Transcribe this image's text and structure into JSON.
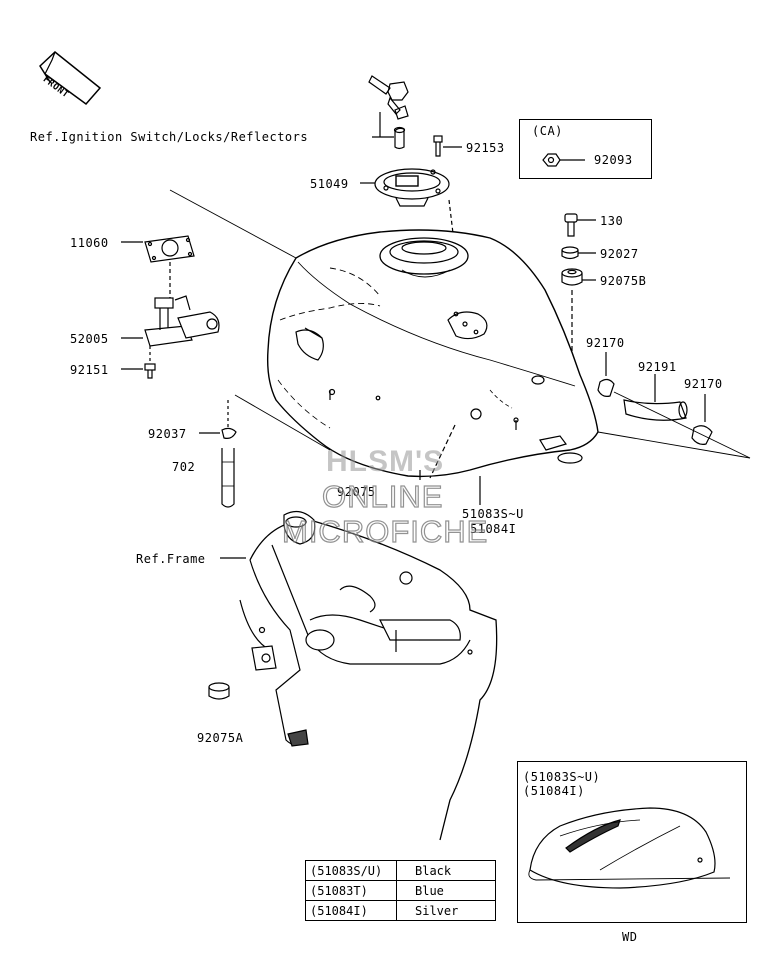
{
  "front_tag": "FRONT",
  "ref_labels": {
    "ignition": "Ref.Ignition Switch/Locks/Reflectors",
    "frame": "Ref.Frame"
  },
  "parts": {
    "p92153": "92153",
    "p51049": "51049",
    "p130": "130",
    "p92027": "92027",
    "p92075B": "92075B",
    "p11060": "11060",
    "p52005": "52005",
    "p92151": "92151",
    "p92170a": "92170",
    "p92191": "92191",
    "p92170b": "92170",
    "p92037": "92037",
    "p702": "702",
    "p92075": "92075",
    "p51083": "51083S~U",
    "p51084": "51084I",
    "p92075A": "92075A"
  },
  "ca_box": {
    "title": "(CA)",
    "part": "92093"
  },
  "watermark": {
    "line1": "HLSM'S",
    "line2": "ONLINE",
    "line3": "MICROFICHE"
  },
  "inset": {
    "line1": "(51083S~U)",
    "line2": "(51084I)",
    "caption": "WD"
  },
  "color_table": [
    {
      "code": "(51083S/U)",
      "color": "Black"
    },
    {
      "code": "(51083T)",
      "color": "Blue"
    },
    {
      "code": "(51084I)",
      "color": "Silver"
    }
  ]
}
